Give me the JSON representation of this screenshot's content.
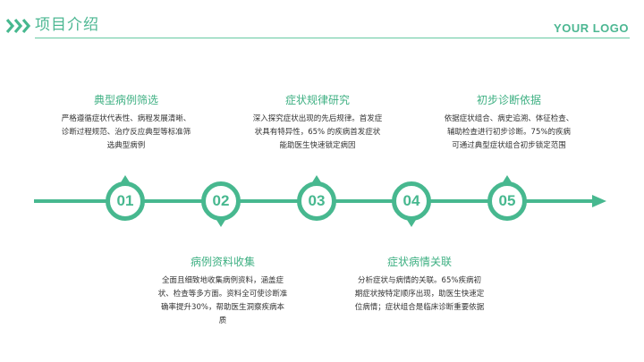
{
  "header": {
    "title": "项目介绍",
    "logo": "YOUR LOGO"
  },
  "colors": {
    "accent": "#47b88f",
    "title_text": "#3fb083",
    "body_text": "#333333"
  },
  "timeline": {
    "steps": [
      {
        "number": "01",
        "position": "top",
        "title": "典型病例筛选",
        "description": "严格遵循症状代表性、病程发展清晰、诊断过程规范、治疗反应典型等标准筛选典型病例"
      },
      {
        "number": "02",
        "position": "bottom",
        "title": "病例资料收集",
        "description": "全面且细致地收集病例资料，涵盖症状、检查等多方面。资料全可使诊断准确率提升30%，帮助医生洞察疾病本质"
      },
      {
        "number": "03",
        "position": "top",
        "title": "症状规律研究",
        "description": "深入探究症状出现的先后规律。首发症状具有特异性，65% 的疾病首发症状能助医生快速锁定病因"
      },
      {
        "number": "04",
        "position": "bottom",
        "title": "症状病情关联",
        "description": "分析症状与病情的关联。65%疾病初期症状按特定顺序出现，助医生快速定位病情；症状组合是临床诊断重要依据"
      },
      {
        "number": "05",
        "position": "top",
        "title": "初步诊断依据",
        "description": "依据症状组合、病史追溯、体征检查、辅助检查进行初步诊断。75%的疾病可通过典型症状组合初步锁定范围"
      }
    ]
  }
}
